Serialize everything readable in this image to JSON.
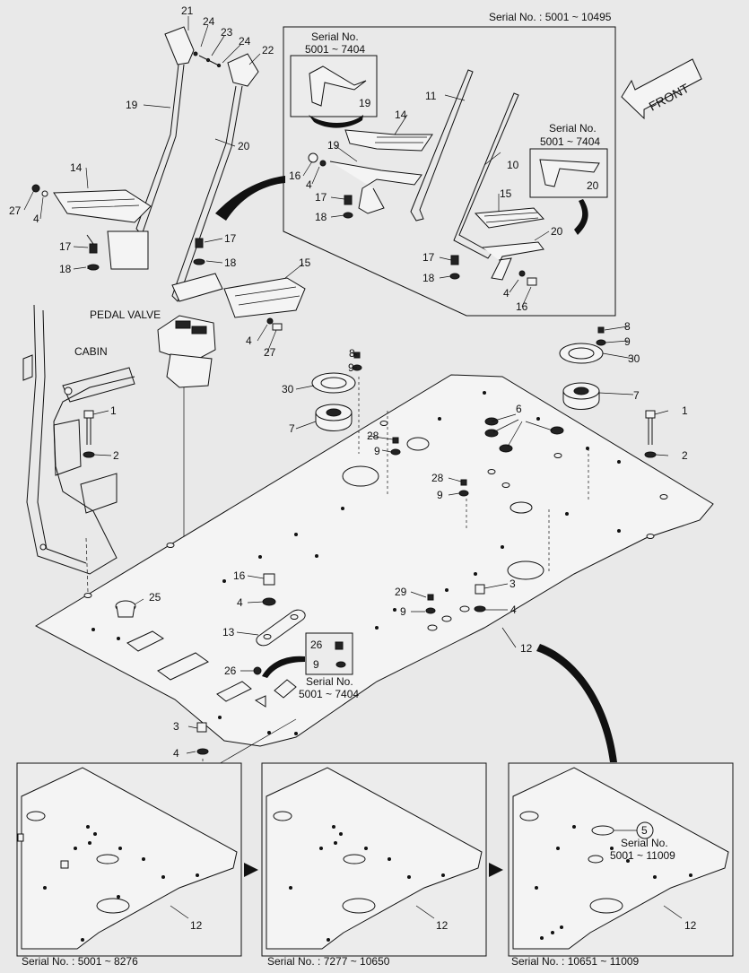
{
  "header": {
    "serial_main": "Serial No. : 5001 ~ 10495"
  },
  "labels": {
    "front": "FRONT",
    "pedal_valve": "PEDAL VALVE",
    "cabin": "CABIN"
  },
  "insets": {
    "upper_bracket_19": {
      "serial_l1": "Serial No.",
      "serial_l2": "5001 ~ 7404",
      "part": "19"
    },
    "upper_bracket_20": {
      "serial_l1": "Serial No.",
      "serial_l2": "5001 ~ 7404",
      "part": "20"
    },
    "bolt_26": {
      "p1": "26",
      "p2": "9",
      "serial_l1": "Serial No.",
      "serial_l2": "5001 ~ 7404"
    },
    "plate_part_5": {
      "part": "5",
      "serial_l1": "Serial No.",
      "serial_l2": "5001 ~ 11009"
    }
  },
  "bottom_panels": [
    {
      "serial": "Serial No. : 5001 ~ 8276",
      "part": "12"
    },
    {
      "serial": "Serial No. : 7277 ~ 10650",
      "part": "12"
    },
    {
      "serial": "Serial No. : 10651 ~ 11009",
      "part": "12"
    }
  ],
  "callouts": {
    "c21": "21",
    "c24a": "24",
    "c23": "23",
    "c24b": "24",
    "c22": "22",
    "c19": "19",
    "c20": "20",
    "c14": "14",
    "c27a": "27",
    "c4a": "4",
    "c17a": "17",
    "c18a": "18",
    "c17b": "17",
    "c18b": "18",
    "c15": "15",
    "c4b": "4",
    "c27b": "27",
    "i14": "14",
    "i19": "19",
    "i16": "16",
    "i4": "4",
    "i17": "17",
    "i18": "18",
    "i11": "11",
    "i10": "10",
    "i15": "15",
    "i20": "20",
    "i17b": "17",
    "i18b": "18",
    "i4b": "4",
    "i16b": "16",
    "f1l": "1",
    "f2l": "2",
    "f30l": "30",
    "f7l": "7",
    "f8l": "8",
    "f9l": "9",
    "f28a": "28",
    "f9a": "9",
    "f28b": "28",
    "f9b": "9",
    "f6": "6",
    "f8r": "8",
    "f9r": "9",
    "f30r": "30",
    "f7r": "7",
    "f1r": "1",
    "f2r": "2",
    "f25": "25",
    "f16": "16",
    "f4c": "4",
    "f13": "13",
    "f26": "26",
    "f29": "29",
    "f9c": "9",
    "f3a": "3",
    "f4d": "4",
    "f12": "12",
    "f3b": "3",
    "f4e": "4"
  }
}
